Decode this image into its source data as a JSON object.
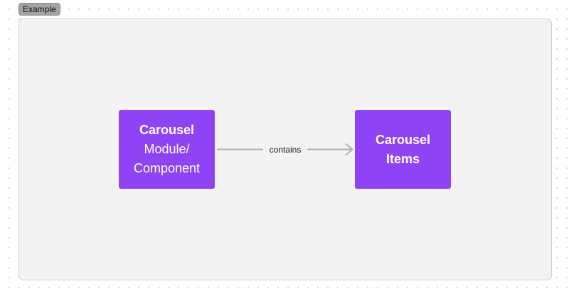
{
  "section_tag": "Example",
  "colors": {
    "node_fill": "#8e44f5",
    "connector": "#b3b3b3"
  },
  "nodes": [
    {
      "lines": [
        "Carousel",
        "Module/",
        "Component"
      ]
    },
    {
      "lines": [
        "Carousel",
        "Items"
      ]
    }
  ],
  "edge": {
    "label": "contains"
  }
}
